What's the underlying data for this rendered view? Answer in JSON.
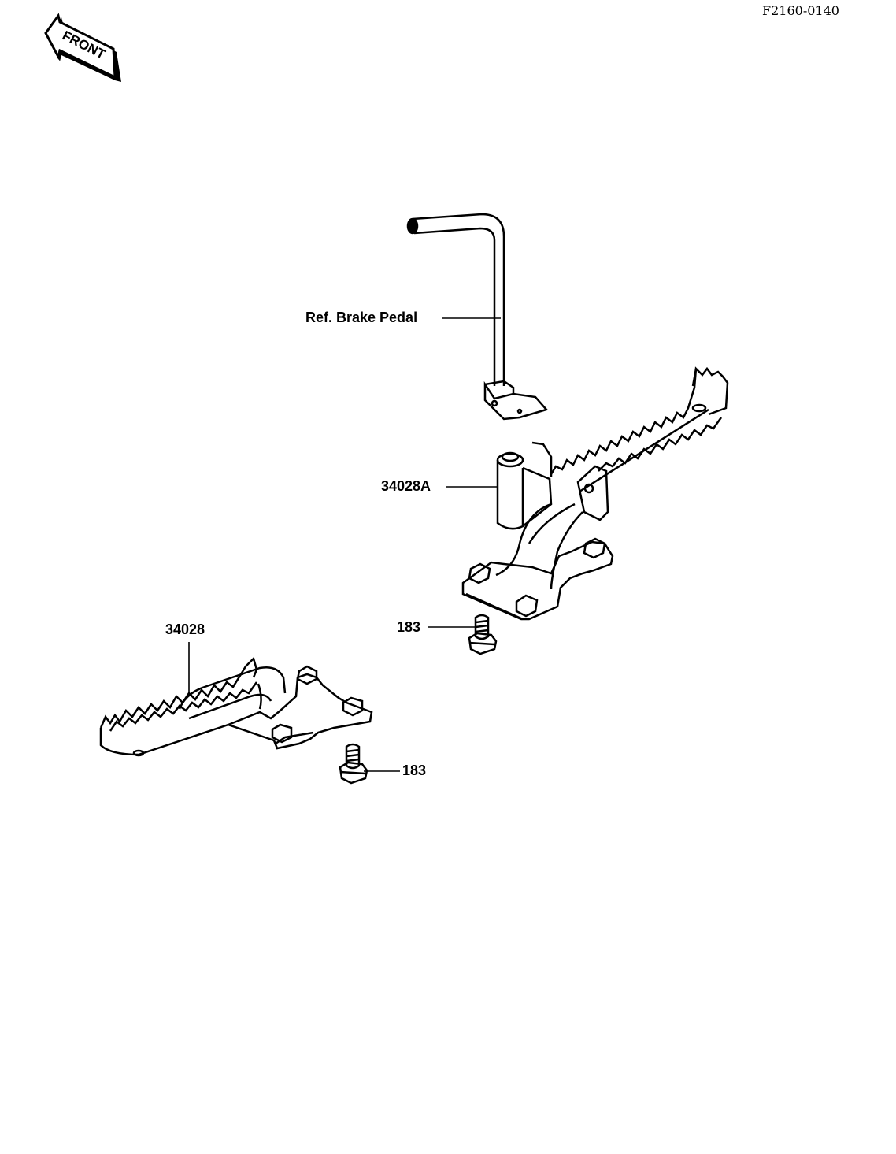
{
  "diagram": {
    "doc_code": "F2160-0140",
    "front_arrow_label": "FRONT",
    "labels": {
      "brake_pedal": "Ref. Brake Pedal",
      "footpeg_right": "34028A",
      "bolt_right": "183",
      "footpeg_left": "34028",
      "bolt_left": "183"
    }
  }
}
